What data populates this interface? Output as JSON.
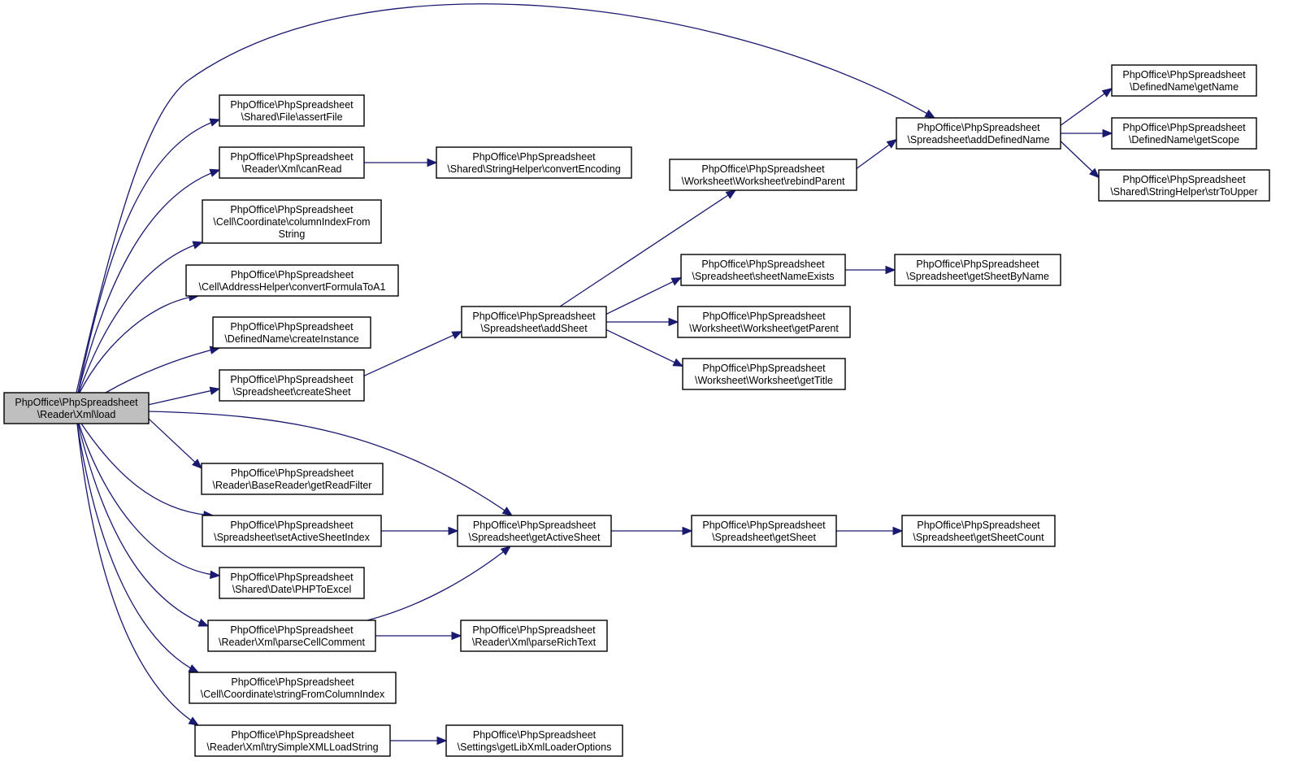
{
  "graph": {
    "edge_color": "#191970",
    "root_fill": "#bfbfbf",
    "nodes": [
      {
        "id": "load",
        "lines": [
          "PhpOffice\\PhpSpreadsheet",
          "\\Reader\\Xml\\load"
        ]
      },
      {
        "id": "assertFile",
        "lines": [
          "PhpOffice\\PhpSpreadsheet",
          "\\Shared\\File\\assertFile"
        ]
      },
      {
        "id": "canRead",
        "lines": [
          "PhpOffice\\PhpSpreadsheet",
          "\\Reader\\Xml\\canRead"
        ]
      },
      {
        "id": "convertEncoding",
        "lines": [
          "PhpOffice\\PhpSpreadsheet",
          "\\Shared\\StringHelper\\convertEncoding"
        ]
      },
      {
        "id": "columnIndexFromString",
        "lines": [
          "PhpOffice\\PhpSpreadsheet",
          "\\Cell\\Coordinate\\columnIndexFrom",
          "String"
        ]
      },
      {
        "id": "convertFormulaToA1",
        "lines": [
          "PhpOffice\\PhpSpreadsheet",
          "\\Cell\\AddressHelper\\convertFormulaToA1"
        ]
      },
      {
        "id": "createInstance",
        "lines": [
          "PhpOffice\\PhpSpreadsheet",
          "\\DefinedName\\createInstance"
        ]
      },
      {
        "id": "createSheet",
        "lines": [
          "PhpOffice\\PhpSpreadsheet",
          "\\Spreadsheet\\createSheet"
        ]
      },
      {
        "id": "addSheet",
        "lines": [
          "PhpOffice\\PhpSpreadsheet",
          "\\Spreadsheet\\addSheet"
        ]
      },
      {
        "id": "rebindParent",
        "lines": [
          "PhpOffice\\PhpSpreadsheet",
          "\\Worksheet\\Worksheet\\rebindParent"
        ]
      },
      {
        "id": "addDefinedName",
        "lines": [
          "PhpOffice\\PhpSpreadsheet",
          "\\Spreadsheet\\addDefinedName"
        ]
      },
      {
        "id": "getName",
        "lines": [
          "PhpOffice\\PhpSpreadsheet",
          "\\DefinedName\\getName"
        ]
      },
      {
        "id": "getScope",
        "lines": [
          "PhpOffice\\PhpSpreadsheet",
          "\\DefinedName\\getScope"
        ]
      },
      {
        "id": "strToUpper",
        "lines": [
          "PhpOffice\\PhpSpreadsheet",
          "\\Shared\\StringHelper\\strToUpper"
        ]
      },
      {
        "id": "sheetNameExists",
        "lines": [
          "PhpOffice\\PhpSpreadsheet",
          "\\Spreadsheet\\sheetNameExists"
        ]
      },
      {
        "id": "getSheetByName",
        "lines": [
          "PhpOffice\\PhpSpreadsheet",
          "\\Spreadsheet\\getSheetByName"
        ]
      },
      {
        "id": "getParent",
        "lines": [
          "PhpOffice\\PhpSpreadsheet",
          "\\Worksheet\\Worksheet\\getParent"
        ]
      },
      {
        "id": "getTitle",
        "lines": [
          "PhpOffice\\PhpSpreadsheet",
          "\\Worksheet\\Worksheet\\getTitle"
        ]
      },
      {
        "id": "getReadFilter",
        "lines": [
          "PhpOffice\\PhpSpreadsheet",
          "\\Reader\\BaseReader\\getReadFilter"
        ]
      },
      {
        "id": "setActiveSheetIndex",
        "lines": [
          "PhpOffice\\PhpSpreadsheet",
          "\\Spreadsheet\\setActiveSheetIndex"
        ]
      },
      {
        "id": "getActiveSheet",
        "lines": [
          "PhpOffice\\PhpSpreadsheet",
          "\\Spreadsheet\\getActiveSheet"
        ]
      },
      {
        "id": "getSheet",
        "lines": [
          "PhpOffice\\PhpSpreadsheet",
          "\\Spreadsheet\\getSheet"
        ]
      },
      {
        "id": "getSheetCount",
        "lines": [
          "PhpOffice\\PhpSpreadsheet",
          "\\Spreadsheet\\getSheetCount"
        ]
      },
      {
        "id": "PHPToExcel",
        "lines": [
          "PhpOffice\\PhpSpreadsheet",
          "\\Shared\\Date\\PHPToExcel"
        ]
      },
      {
        "id": "parseCellComment",
        "lines": [
          "PhpOffice\\PhpSpreadsheet",
          "\\Reader\\Xml\\parseCellComment"
        ]
      },
      {
        "id": "parseRichText",
        "lines": [
          "PhpOffice\\PhpSpreadsheet",
          "\\Reader\\Xml\\parseRichText"
        ]
      },
      {
        "id": "stringFromColumnIndex",
        "lines": [
          "PhpOffice\\PhpSpreadsheet",
          "\\Cell\\Coordinate\\stringFromColumnIndex"
        ]
      },
      {
        "id": "trySimpleXMLLoadString",
        "lines": [
          "PhpOffice\\PhpSpreadsheet",
          "\\Reader\\Xml\\trySimpleXMLLoadString"
        ]
      },
      {
        "id": "getLibXmlLoaderOptions",
        "lines": [
          "PhpOffice\\PhpSpreadsheet",
          "\\Settings\\getLibXmlLoaderOptions"
        ]
      }
    ],
    "edges": [
      {
        "from": "load",
        "to": "addDefinedName"
      },
      {
        "from": "load",
        "to": "assertFile"
      },
      {
        "from": "load",
        "to": "canRead"
      },
      {
        "from": "load",
        "to": "columnIndexFromString"
      },
      {
        "from": "load",
        "to": "convertFormulaToA1"
      },
      {
        "from": "load",
        "to": "createInstance"
      },
      {
        "from": "load",
        "to": "createSheet"
      },
      {
        "from": "load",
        "to": "getActiveSheet"
      },
      {
        "from": "load",
        "to": "getReadFilter"
      },
      {
        "from": "load",
        "to": "setActiveSheetIndex"
      },
      {
        "from": "load",
        "to": "PHPToExcel"
      },
      {
        "from": "load",
        "to": "parseCellComment"
      },
      {
        "from": "load",
        "to": "stringFromColumnIndex"
      },
      {
        "from": "load",
        "to": "trySimpleXMLLoadString"
      },
      {
        "from": "canRead",
        "to": "convertEncoding"
      },
      {
        "from": "createSheet",
        "to": "addSheet"
      },
      {
        "from": "addSheet",
        "to": "rebindParent"
      },
      {
        "from": "addSheet",
        "to": "sheetNameExists"
      },
      {
        "from": "addSheet",
        "to": "getParent"
      },
      {
        "from": "addSheet",
        "to": "getTitle"
      },
      {
        "from": "rebindParent",
        "to": "addDefinedName"
      },
      {
        "from": "addDefinedName",
        "to": "getName"
      },
      {
        "from": "addDefinedName",
        "to": "getScope"
      },
      {
        "from": "addDefinedName",
        "to": "strToUpper"
      },
      {
        "from": "sheetNameExists",
        "to": "getSheetByName"
      },
      {
        "from": "setActiveSheetIndex",
        "to": "getActiveSheet"
      },
      {
        "from": "getActiveSheet",
        "to": "getSheet"
      },
      {
        "from": "getSheet",
        "to": "getSheetCount"
      },
      {
        "from": "parseCellComment",
        "to": "getActiveSheet"
      },
      {
        "from": "parseCellComment",
        "to": "parseRichText"
      },
      {
        "from": "trySimpleXMLLoadString",
        "to": "getLibXmlLoaderOptions"
      }
    ]
  }
}
